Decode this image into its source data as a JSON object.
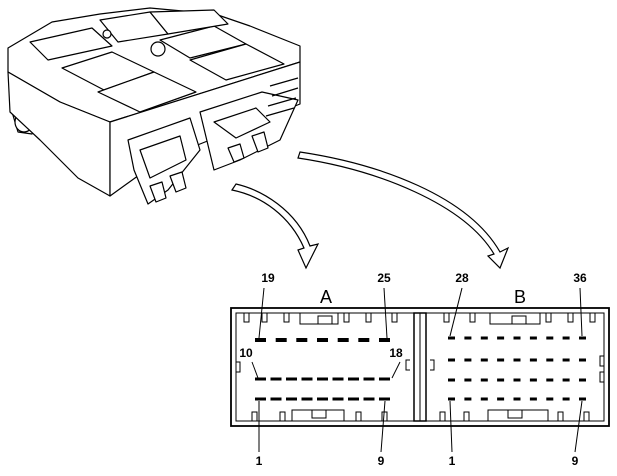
{
  "connectors": [
    {
      "id": "A",
      "label": "A",
      "pins": {
        "top_left": "19",
        "top_right": "25",
        "mid_left": "10",
        "mid_right": "18",
        "bottom_left": "1",
        "bottom_right": "9"
      },
      "rows": [
        {
          "name": "top",
          "pins": 7
        },
        {
          "name": "middle",
          "pins": 9
        },
        {
          "name": "bottom",
          "pins": 9
        }
      ]
    },
    {
      "id": "B",
      "label": "B",
      "pins": {
        "top_left": "28",
        "top_right": "36",
        "bottom_left": "1",
        "bottom_right": "9"
      },
      "rows": [
        {
          "name": "top",
          "pins": 9
        },
        {
          "name": "upper-middle",
          "pins": 9
        },
        {
          "name": "lower-middle",
          "pins": 9
        },
        {
          "name": "bottom",
          "pins": 9
        }
      ]
    }
  ]
}
